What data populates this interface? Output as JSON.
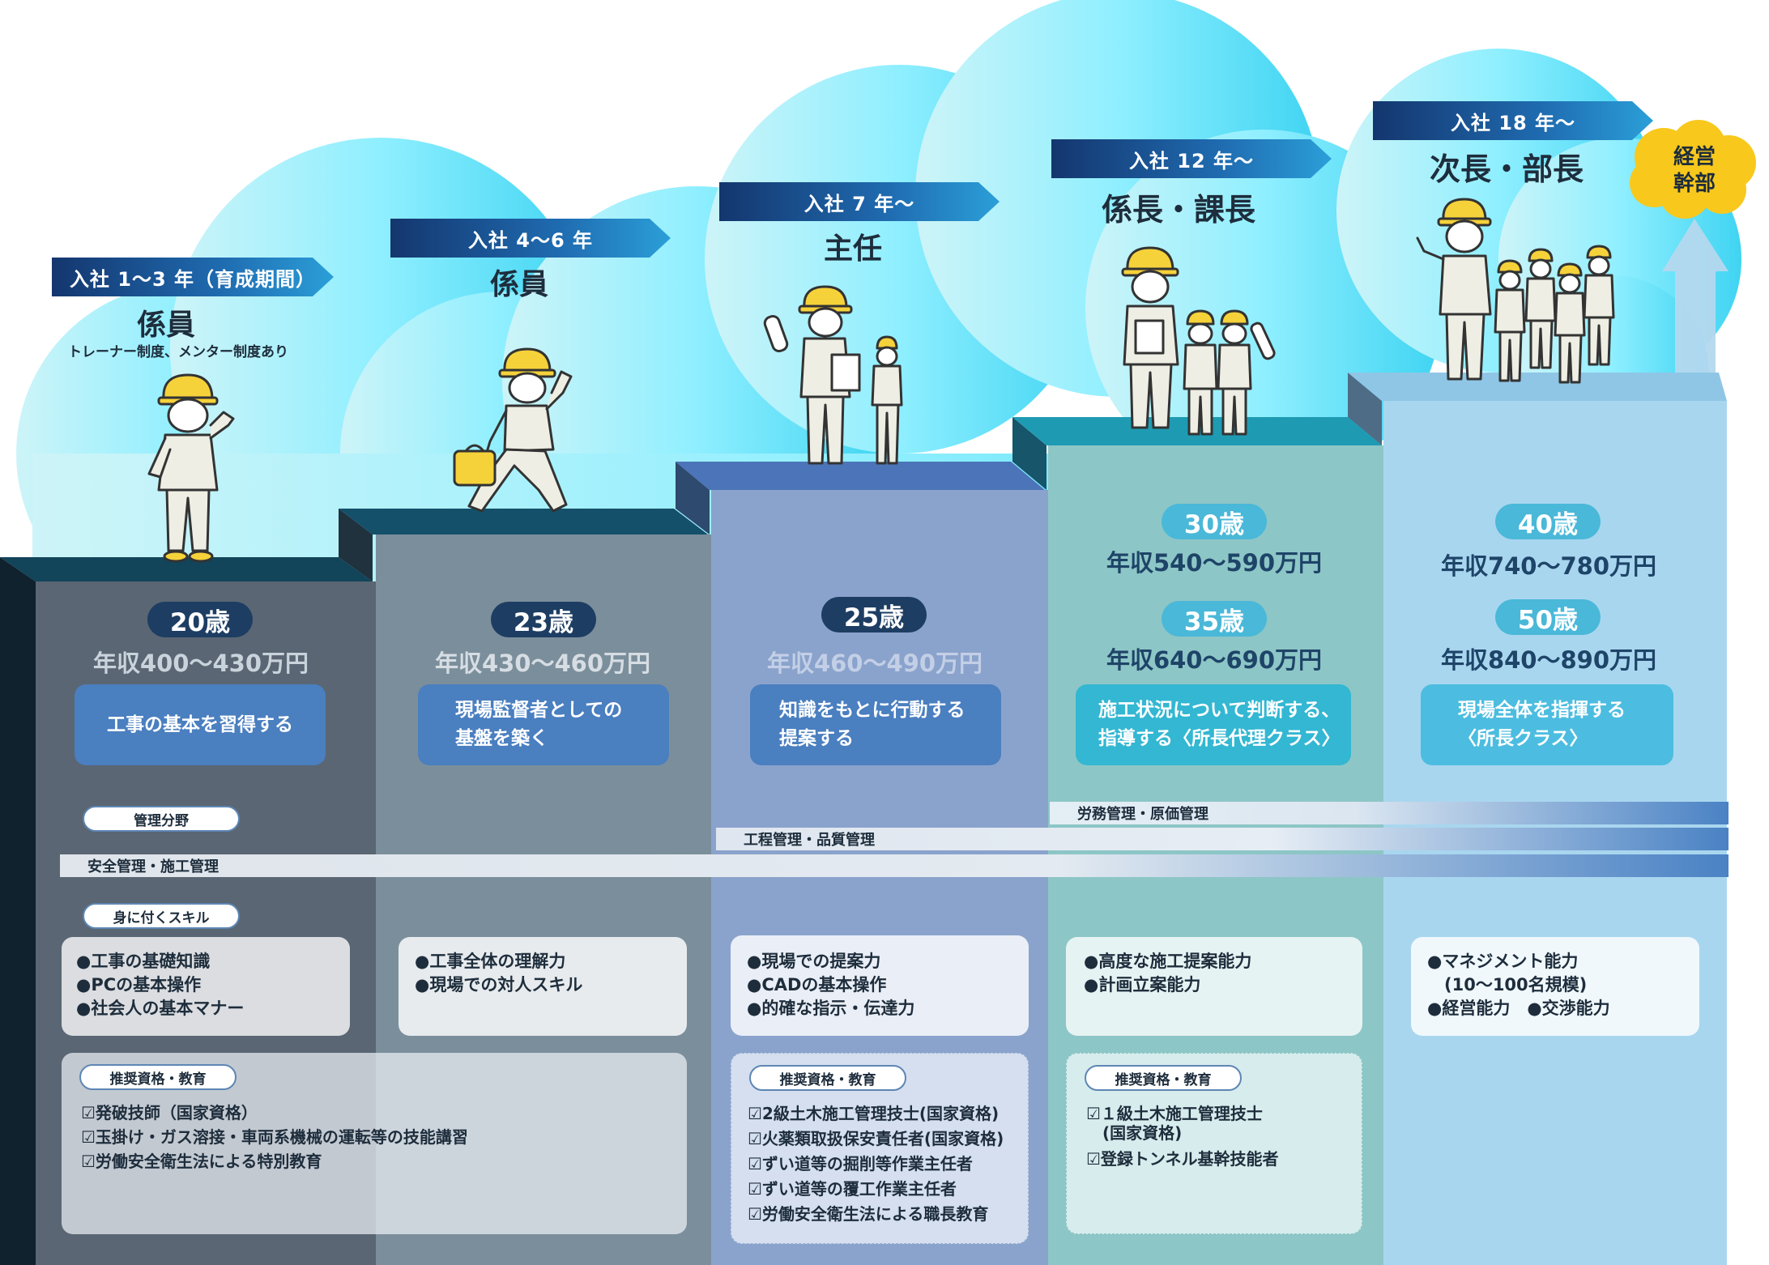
{
  "executive_badge": "経営幹部",
  "stages": [
    {
      "period": "入社 1～3 年（育成期間）",
      "rank": "係員",
      "note": "トレーナー制度、メンター制度あり",
      "ages": [
        {
          "age": "20歳",
          "salary": "年収400～430万円"
        }
      ],
      "goal": [
        "工事の基本を習得する"
      ],
      "skills": [
        "●工事の基礎知識",
        "●PCの基本操作",
        "●社会人の基本マナー"
      ],
      "quals": [
        "☑発破技師（国家資格）",
        "☑玉掛け・ガス溶接・車両系機械の運転等の技能講習",
        "☑労働安全衛生法による特別教育"
      ]
    },
    {
      "period": "入社 4～6 年",
      "rank": "係員",
      "ages": [
        {
          "age": "23歳",
          "salary": "年収430～460万円"
        }
      ],
      "goal": [
        "現場監督者としての",
        "基盤を築く"
      ],
      "skills": [
        "●工事全体の理解力",
        "●現場での対人スキル"
      ]
    },
    {
      "period": "入社 7 年～",
      "rank": "主任",
      "ages": [
        {
          "age": "25歳",
          "salary": "年収460～490万円"
        }
      ],
      "goal": [
        "知識をもとに行動する",
        "提案する"
      ],
      "skills": [
        "●現場での提案力",
        "●CADの基本操作",
        "●的確な指示・伝達力"
      ],
      "quals": [
        "☑2級土木施工管理技士(国家資格)",
        "☑火薬類取扱保安責任者(国家資格)",
        "☑ずい道等の掘削等作業主任者",
        "☑ずい道等の覆工作業主任者",
        "☑労働安全衛生法による職長教育"
      ]
    },
    {
      "period": "入社 12 年～",
      "rank": "係長・課長",
      "ages": [
        {
          "age": "30歳",
          "salary": "年収540～590万円"
        },
        {
          "age": "35歳",
          "salary": "年収640～690万円"
        }
      ],
      "goal": [
        "施工状況について判断する、",
        "指導する〈所長代理クラス〉"
      ],
      "skills": [
        "●高度な施工提案能力",
        "●計画立案能力"
      ],
      "quals": [
        "☑１級土木施工管理技士",
        "　(国家資格)",
        "☑登録トンネル基幹技能者"
      ]
    },
    {
      "period": "入社 18 年～",
      "rank": "次長・部長",
      "ages": [
        {
          "age": "40歳",
          "salary": "年収740～780万円"
        },
        {
          "age": "50歳",
          "salary": "年収840～890万円"
        }
      ],
      "goal": [
        "現場全体を指揮する",
        "〈所長クラス〉"
      ],
      "skills": [
        "●マネジメント能力",
        "　(10～100名規模)",
        "●経営能力　●交渉能力"
      ]
    }
  ],
  "labels": {
    "management": "管理分野",
    "skills_heading": "身に付くスキル",
    "quals_heading": "推奨資格・教育"
  },
  "bars": {
    "safety": "安全管理・施工管理",
    "process": "工程管理・品質管理",
    "labor": "労務管理・原価管理"
  },
  "colors": {
    "col1": "#5a6673",
    "col2": "#7b8e9b",
    "col3": "#8aa3cc",
    "col4": "#8dc6c6",
    "col5": "#a9d6ef",
    "goal1": "#4a7fc0",
    "goal4": "#33b7d2",
    "goal5": "#4cbde0",
    "age_dark": "#1d3d63",
    "age_light": "#4ab8d8",
    "badge": "#f8c81c"
  }
}
